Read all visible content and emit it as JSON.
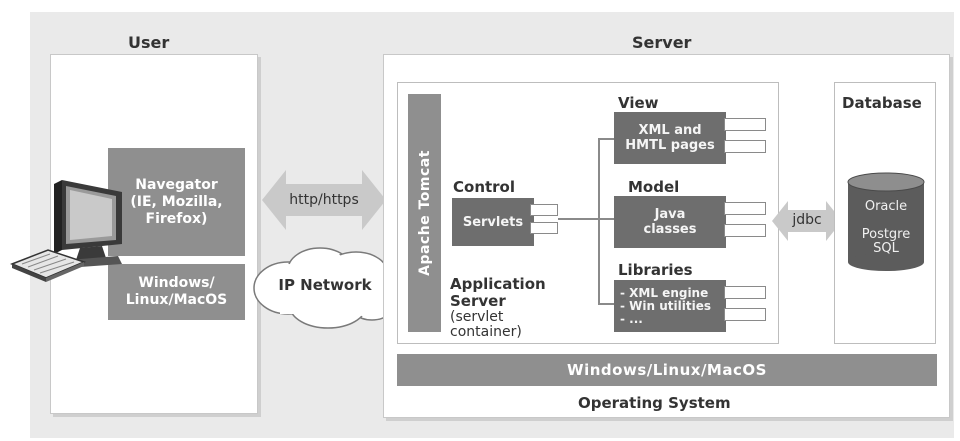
{
  "user": {
    "title": "User",
    "navigator": "Navegator\n(IE, Mozilla,\nFirefox)",
    "os": "Windows/\nLinux/MacOS"
  },
  "network": {
    "protocol": "http/https",
    "ip": "IP Network"
  },
  "server": {
    "title": "Server",
    "tomcat": "Apache Tomcat",
    "control": {
      "title": "Control",
      "servlets": "Servlets"
    },
    "app_server": {
      "title": "Application\nServer",
      "subtitle": "(servlet\ncontainer)"
    },
    "view": {
      "title": "View",
      "box": "XML and\nHMTL pages"
    },
    "model": {
      "title": "Model",
      "box": "Java\nclasses"
    },
    "libraries": {
      "title": "Libraries",
      "box": "- XML engine\n- Win utilities\n- ..."
    },
    "jdbc": "jdbc",
    "database": {
      "title": "Database",
      "names": "Oracle\n\nPostgre\nSQL"
    },
    "os_bar": "Windows/Linux/MacOS",
    "os_label": "Operating System"
  }
}
